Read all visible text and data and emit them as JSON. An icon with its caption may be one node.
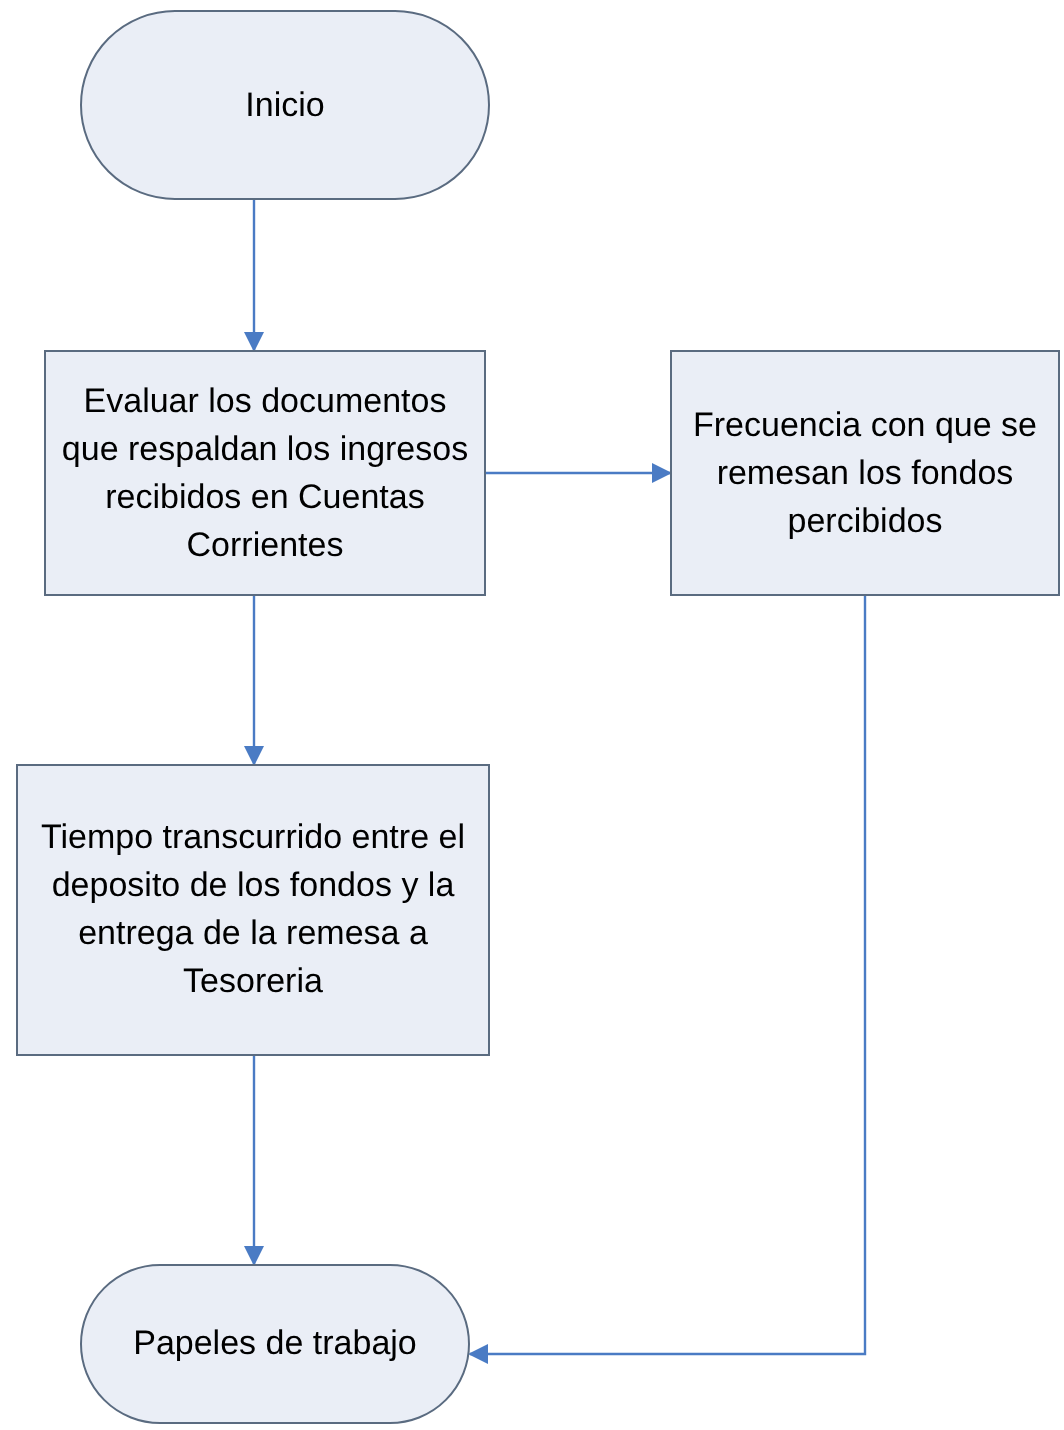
{
  "diagram": {
    "nodes": [
      {
        "text": [
          "Inicio"
        ]
      },
      {
        "text": [
          "Evaluar los documentos que respaldan los ingresos recibidos en Cuentas Corrientes"
        ]
      },
      {
        "text": [
          "Frecuencia con que se remesan los fondos percibidos"
        ]
      },
      {
        "text": [
          "Tiempo transcurrido entre el deposito de los fondos y la entrega de la remesa a Tesoreria"
        ]
      },
      {
        "text": [
          "Papeles de trabajo"
        ]
      }
    ],
    "edges": [
      {
        "from": 0,
        "to": 1,
        "arrow": "to"
      },
      {
        "from": 1,
        "to": 2,
        "arrow": "to"
      },
      {
        "from": 1,
        "to": 3,
        "arrow": "to"
      },
      {
        "from": 3,
        "to": 4,
        "arrow": "to"
      },
      {
        "from": 2,
        "to": 4,
        "arrow": "to"
      }
    ]
  }
}
